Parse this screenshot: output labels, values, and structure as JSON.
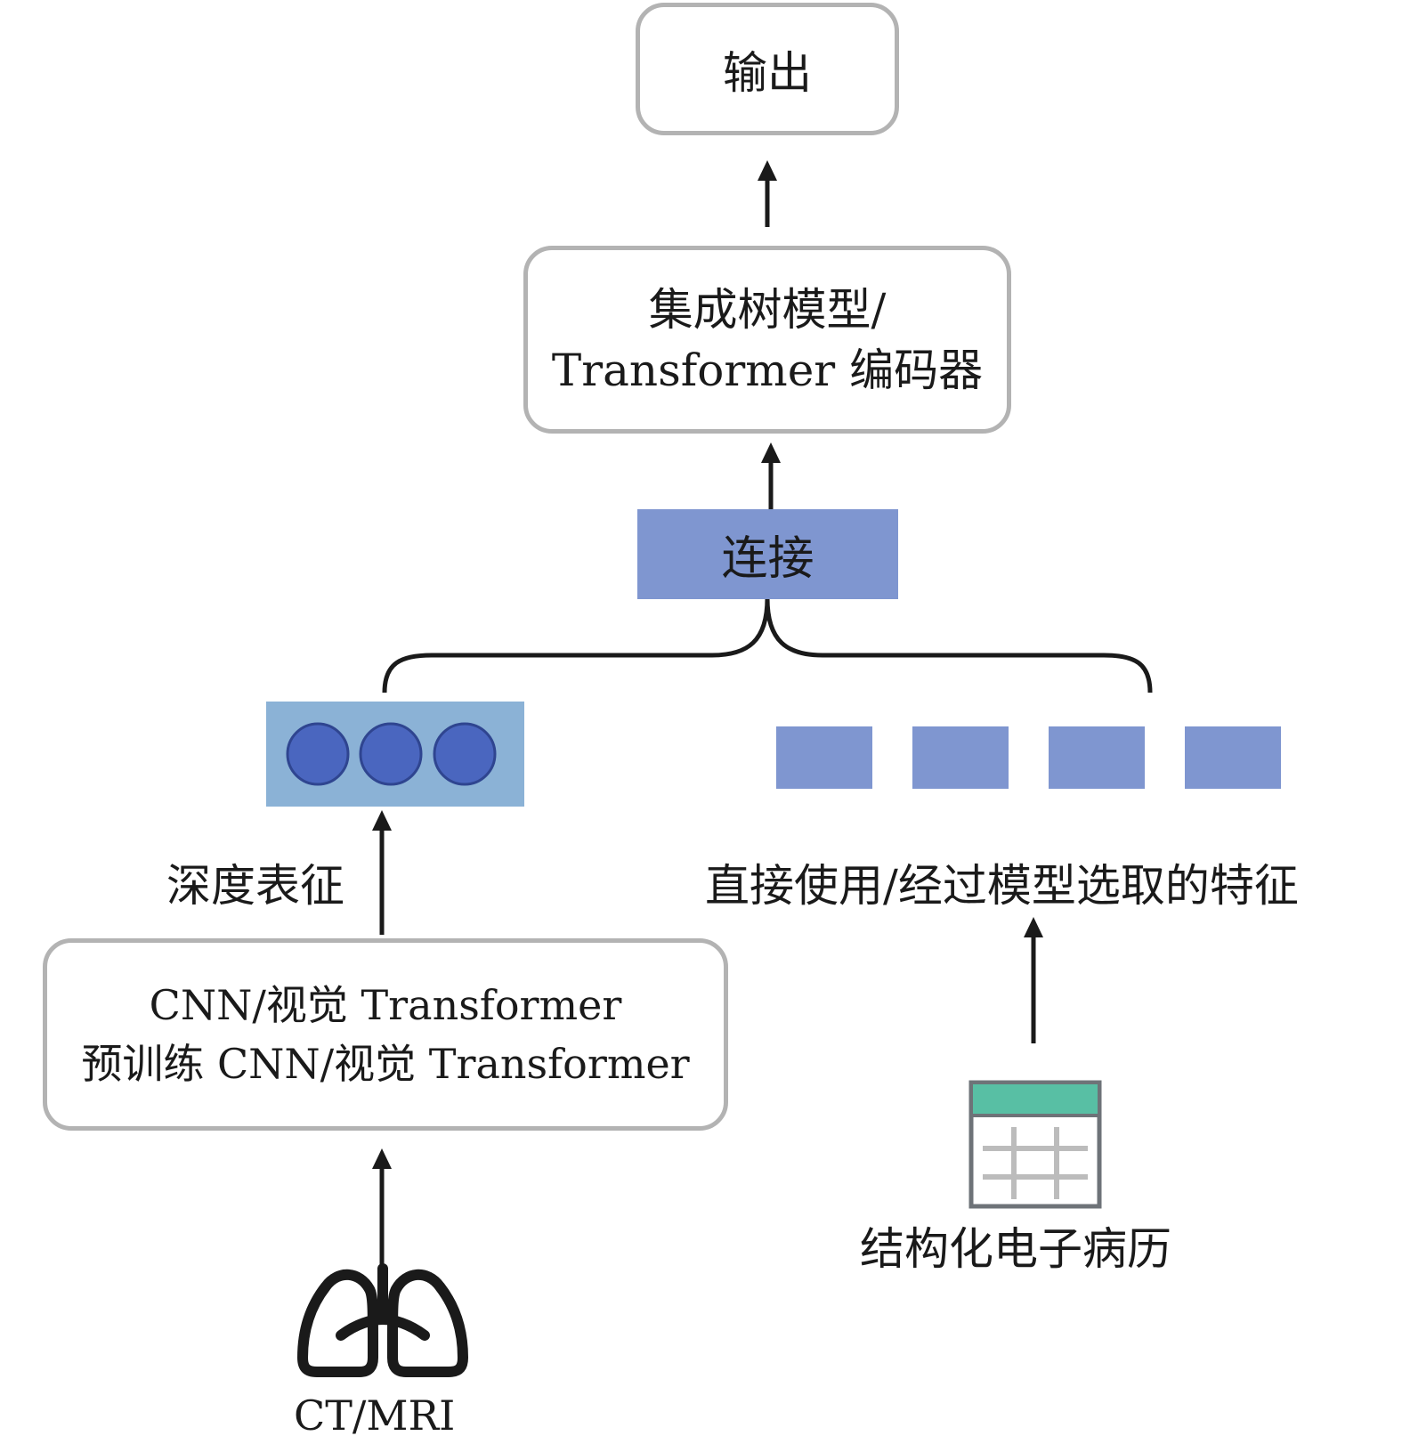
{
  "nodes": {
    "output": "输出",
    "model_line1": "集成树模型/",
    "model_line2": "Transformer 编码器",
    "concat": "连接",
    "deep_features": "深度表征",
    "selected_features": "直接使用/经过模型选取的特征",
    "cnn_line1": "CNN/视觉 Transformer",
    "cnn_line2": "预训练 CNN/视觉 Transformer",
    "ehr": "结构化电子病历",
    "ctmri": "CT/MRI"
  },
  "colors": {
    "box_border": "#b3b3b3",
    "concat_fill": "#7f96d0",
    "feature_fill": "#7f96d0",
    "embedding_bg": "#8bb2d6",
    "embedding_dot": "#4a66bf",
    "embedding_dot_stroke": "#2f4590",
    "table_header": "#58bfa4",
    "table_border": "#6e7378",
    "table_grid": "#bcbcbc",
    "arrow": "#1a1a1a"
  },
  "icons": [
    "lungs-icon",
    "table-icon"
  ]
}
